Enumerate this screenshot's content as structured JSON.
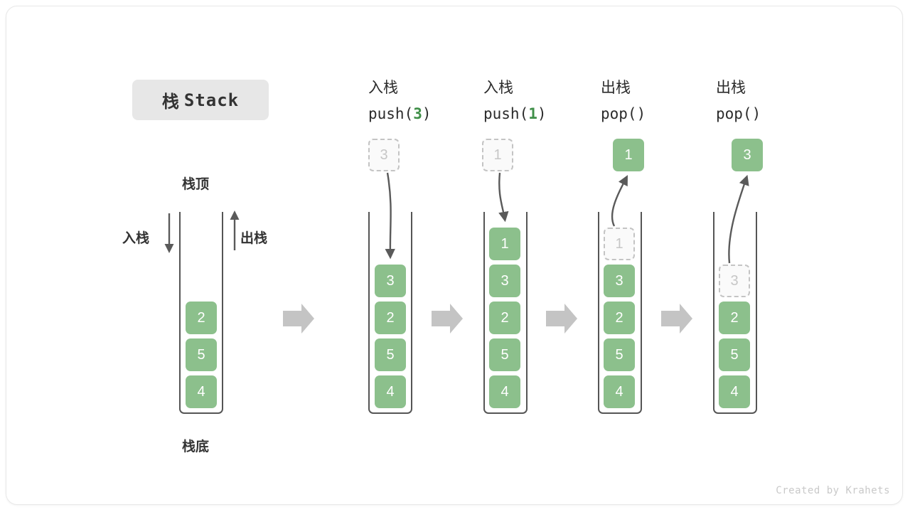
{
  "title": {
    "cn": "栈",
    "en": "Stack"
  },
  "labels": {
    "top": "栈顶",
    "bottom": "栈底",
    "push": "入栈",
    "pop": "出栈"
  },
  "footer": "Created by Krahets",
  "colors": {
    "cell_fill": "#8cc08c",
    "cell_text": "#ffffff",
    "ghost_border": "#c4c4c4",
    "ghost_text": "#c6c6c6",
    "accent_number": "#3f8f48",
    "shell_stroke": "#555555",
    "block_arrow": "#c4c4c4",
    "curve_arrow": "#5a5a5a",
    "title_chip_bg": "#e7e7e7"
  },
  "columns": [
    {
      "id": "initial",
      "header_cn": "",
      "header_code_pre": "",
      "header_code_num": "",
      "header_code_post": "",
      "stack": [
        {
          "value": "2",
          "state": "filled"
        },
        {
          "value": "5",
          "state": "filled"
        },
        {
          "value": "4",
          "state": "filled"
        }
      ],
      "detached": null,
      "detached_state": null
    },
    {
      "id": "push-3",
      "header_cn": "入栈",
      "header_code_pre": "push(",
      "header_code_num": "3",
      "header_code_post": ")",
      "stack": [
        {
          "value": "3",
          "state": "filled"
        },
        {
          "value": "2",
          "state": "filled"
        },
        {
          "value": "5",
          "state": "filled"
        },
        {
          "value": "4",
          "state": "filled"
        }
      ],
      "detached": "3",
      "detached_state": "ghost"
    },
    {
      "id": "push-1",
      "header_cn": "入栈",
      "header_code_pre": "push(",
      "header_code_num": "1",
      "header_code_post": ")",
      "stack": [
        {
          "value": "1",
          "state": "filled"
        },
        {
          "value": "3",
          "state": "filled"
        },
        {
          "value": "2",
          "state": "filled"
        },
        {
          "value": "5",
          "state": "filled"
        },
        {
          "value": "4",
          "state": "filled"
        }
      ],
      "detached": "1",
      "detached_state": "ghost"
    },
    {
      "id": "pop-1",
      "header_cn": "出栈",
      "header_code_pre": "pop(",
      "header_code_num": "",
      "header_code_post": ")",
      "stack": [
        {
          "value": "1",
          "state": "ghost"
        },
        {
          "value": "3",
          "state": "filled"
        },
        {
          "value": "2",
          "state": "filled"
        },
        {
          "value": "5",
          "state": "filled"
        },
        {
          "value": "4",
          "state": "filled"
        }
      ],
      "detached": "1",
      "detached_state": "filled"
    },
    {
      "id": "pop-3",
      "header_cn": "出栈",
      "header_code_pre": "pop(",
      "header_code_num": "",
      "header_code_post": ")",
      "stack": [
        {
          "value": "3",
          "state": "ghost"
        },
        {
          "value": "2",
          "state": "filled"
        },
        {
          "value": "5",
          "state": "filled"
        },
        {
          "value": "4",
          "state": "filled"
        }
      ],
      "detached": "3",
      "detached_state": "filled"
    }
  ]
}
